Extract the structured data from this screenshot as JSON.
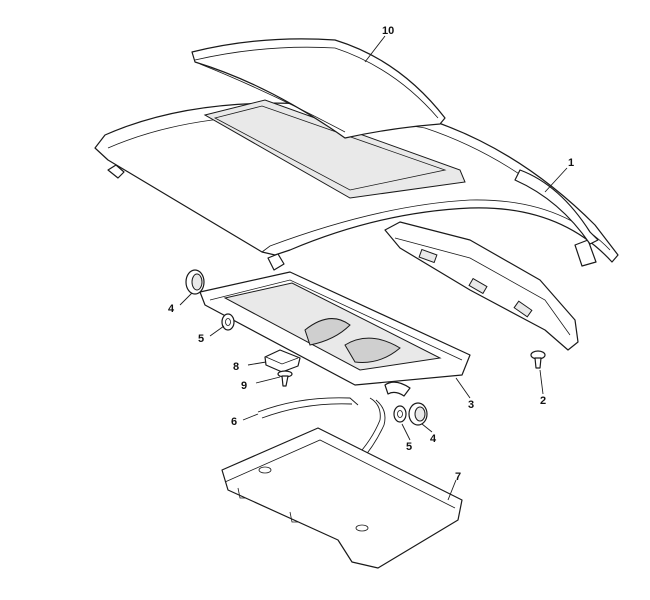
{
  "callouts": {
    "c1": "1",
    "c2": "2",
    "c3": "3",
    "c4a": "4",
    "c4b": "4",
    "c5a": "5",
    "c5b": "5",
    "c6": "6",
    "c7": "7",
    "c8": "8",
    "c9": "9",
    "c10": "10"
  }
}
